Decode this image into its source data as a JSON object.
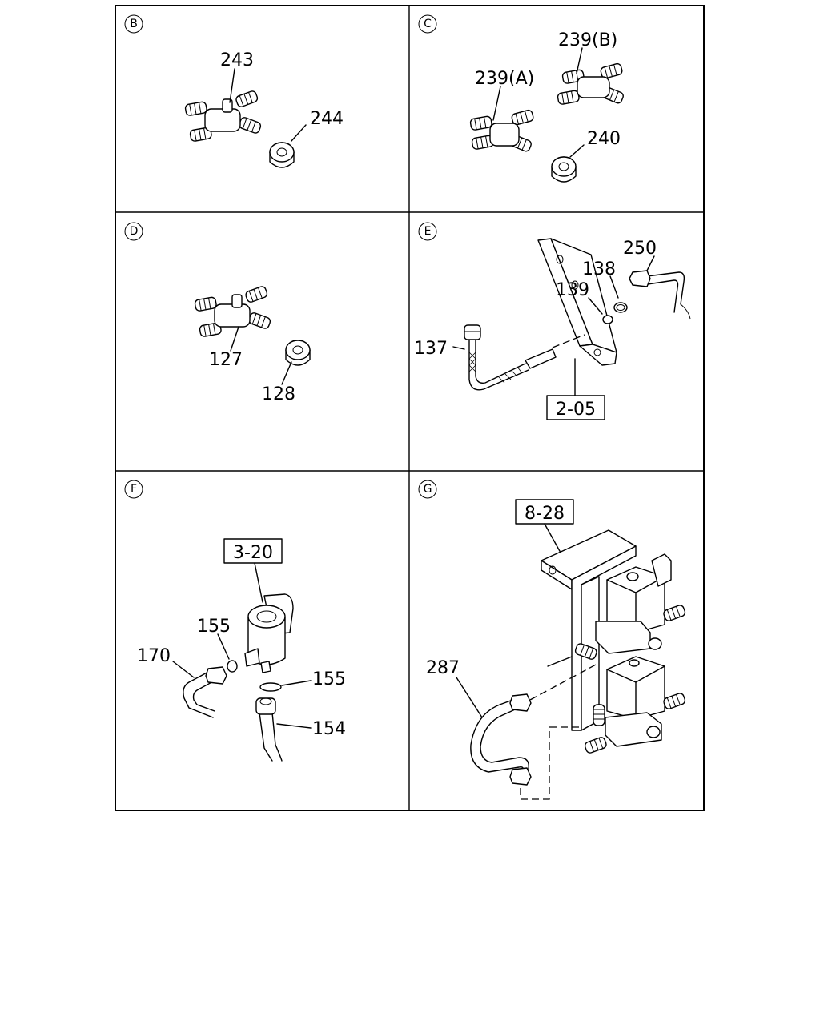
{
  "panels": [
    {
      "id": "B",
      "labels": [
        "243",
        "244"
      ]
    },
    {
      "id": "C",
      "labels": [
        "239(B)",
        "239(A)",
        "240"
      ]
    },
    {
      "id": "D",
      "labels": [
        "127",
        "128"
      ]
    },
    {
      "id": "E",
      "labels": [
        "250",
        "138",
        "139",
        "137"
      ],
      "ref_box": "2-05"
    },
    {
      "id": "F",
      "labels": [
        "155",
        "170",
        "155",
        "154"
      ],
      "ref_box": "3-20"
    },
    {
      "id": "G",
      "labels": [
        "287"
      ],
      "ref_box": "8-28"
    }
  ]
}
